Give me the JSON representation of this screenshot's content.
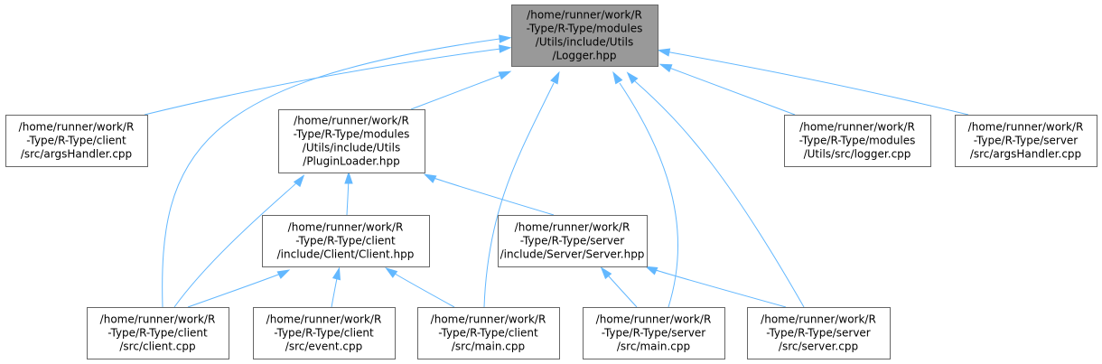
{
  "graph": {
    "colors": {
      "edge": "#63b8ff",
      "node_border": "#666666",
      "node_fill": "#ffffff",
      "root_fill": "#999999",
      "text": "#000000"
    },
    "nodes": [
      {
        "id": "logger_hpp",
        "lines": [
          "/home/runner/work/R",
          "-Type/R-Type/modules",
          "/Utils/include/Utils",
          "/Logger.hpp"
        ],
        "root": true
      },
      {
        "id": "client_argshandler_cpp",
        "lines": [
          "/home/runner/work/R",
          "-Type/R-Type/client",
          "/src/argsHandler.cpp"
        ]
      },
      {
        "id": "pluginloader_hpp",
        "lines": [
          "/home/runner/work/R",
          "-Type/R-Type/modules",
          "/Utils/include/Utils",
          "/PluginLoader.hpp"
        ]
      },
      {
        "id": "logger_cpp",
        "lines": [
          "/home/runner/work/R",
          "-Type/R-Type/modules",
          "/Utils/src/logger.cpp"
        ]
      },
      {
        "id": "server_argshandler_cpp",
        "lines": [
          "/home/runner/work/R",
          "-Type/R-Type/server",
          "/src/argsHandler.cpp"
        ]
      },
      {
        "id": "client_hpp",
        "lines": [
          "/home/runner/work/R",
          "-Type/R-Type/client",
          "/include/Client/Client.hpp"
        ]
      },
      {
        "id": "server_hpp",
        "lines": [
          "/home/runner/work/R",
          "-Type/R-Type/server",
          "/include/Server/Server.hpp"
        ]
      },
      {
        "id": "client_cpp",
        "lines": [
          "/home/runner/work/R",
          "-Type/R-Type/client",
          "/src/client.cpp"
        ]
      },
      {
        "id": "event_cpp",
        "lines": [
          "/home/runner/work/R",
          "-Type/R-Type/client",
          "/src/event.cpp"
        ]
      },
      {
        "id": "client_main_cpp",
        "lines": [
          "/home/runner/work/R",
          "-Type/R-Type/client",
          "/src/main.cpp"
        ]
      },
      {
        "id": "server_main_cpp",
        "lines": [
          "/home/runner/work/R",
          "-Type/R-Type/server",
          "/src/main.cpp"
        ]
      },
      {
        "id": "server_cpp",
        "lines": [
          "/home/runner/work/R",
          "-Type/R-Type/server",
          "/src/server.cpp"
        ]
      }
    ],
    "edges": [
      {
        "from": "client_argshandler_cpp",
        "to": "logger_hpp"
      },
      {
        "from": "pluginloader_hpp",
        "to": "logger_hpp"
      },
      {
        "from": "logger_cpp",
        "to": "logger_hpp"
      },
      {
        "from": "server_argshandler_cpp",
        "to": "logger_hpp"
      },
      {
        "from": "client_cpp",
        "to": "logger_hpp"
      },
      {
        "from": "client_main_cpp",
        "to": "logger_hpp"
      },
      {
        "from": "server_main_cpp",
        "to": "logger_hpp"
      },
      {
        "from": "server_cpp",
        "to": "logger_hpp"
      },
      {
        "from": "client_hpp",
        "to": "pluginloader_hpp"
      },
      {
        "from": "server_hpp",
        "to": "pluginloader_hpp"
      },
      {
        "from": "client_cpp",
        "to": "pluginloader_hpp"
      },
      {
        "from": "client_cpp",
        "to": "client_hpp"
      },
      {
        "from": "event_cpp",
        "to": "client_hpp"
      },
      {
        "from": "client_main_cpp",
        "to": "client_hpp"
      },
      {
        "from": "server_main_cpp",
        "to": "server_hpp"
      },
      {
        "from": "server_cpp",
        "to": "server_hpp"
      }
    ]
  }
}
